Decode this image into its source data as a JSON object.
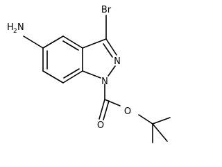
{
  "molecule": {
    "labels": {
      "bromine": "Br",
      "amino": "H",
      "amino_subscript": "2",
      "amino_n": "N",
      "ring_n2": "N",
      "ring_n1": "N",
      "carbonyl_o": "O",
      "ester_o": "O"
    }
  }
}
